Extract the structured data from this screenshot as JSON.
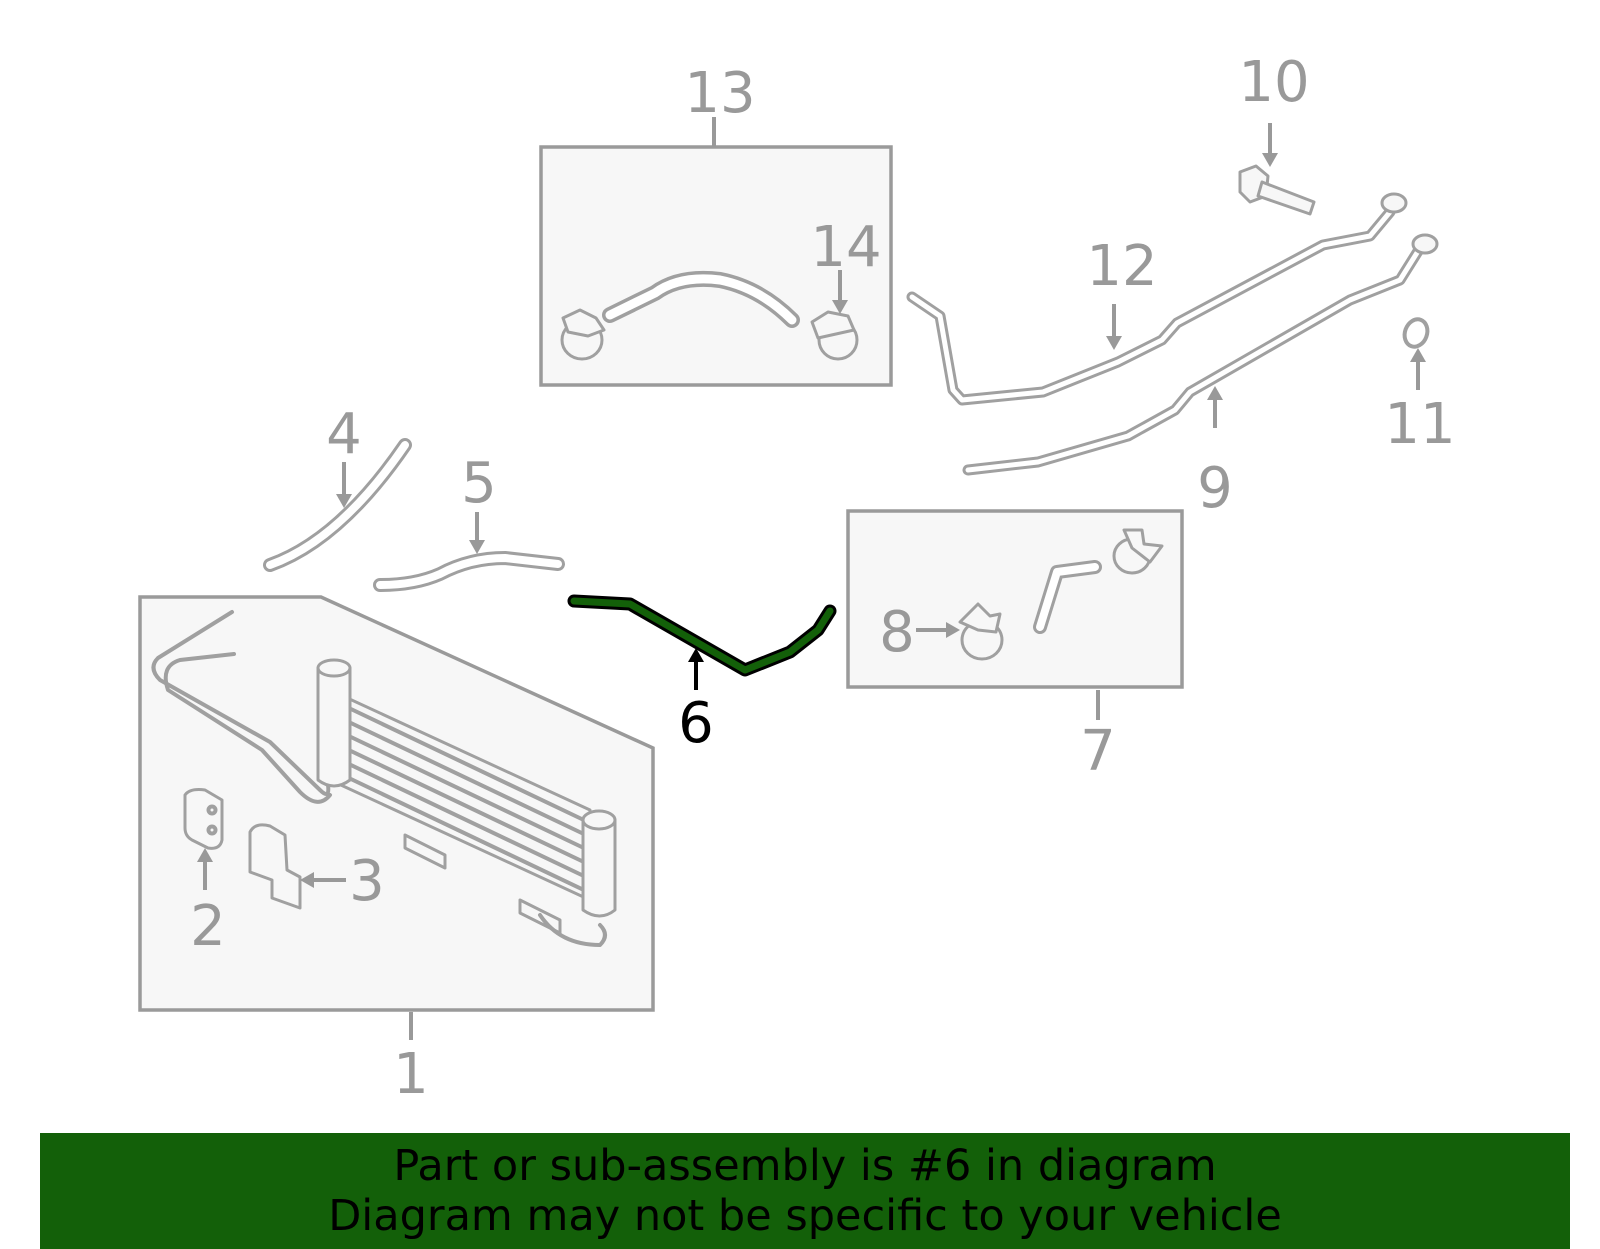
{
  "callouts": {
    "c1": "1",
    "c2": "2",
    "c3": "3",
    "c4": "4",
    "c5": "5",
    "c6": "6",
    "c7": "7",
    "c8": "8",
    "c9": "9",
    "c10": "10",
    "c11": "11",
    "c12": "12",
    "c13": "13",
    "c14": "14"
  },
  "highlighted_part": "6",
  "colors": {
    "highlight": "#136009",
    "part_stroke": "#a0a0a0",
    "box_fill": "#f7f7f7",
    "banner_bg": "#136009"
  },
  "banner": {
    "line1": "Part or sub-assembly is #6 in diagram",
    "line2": "Diagram may not be specific to your vehicle"
  }
}
